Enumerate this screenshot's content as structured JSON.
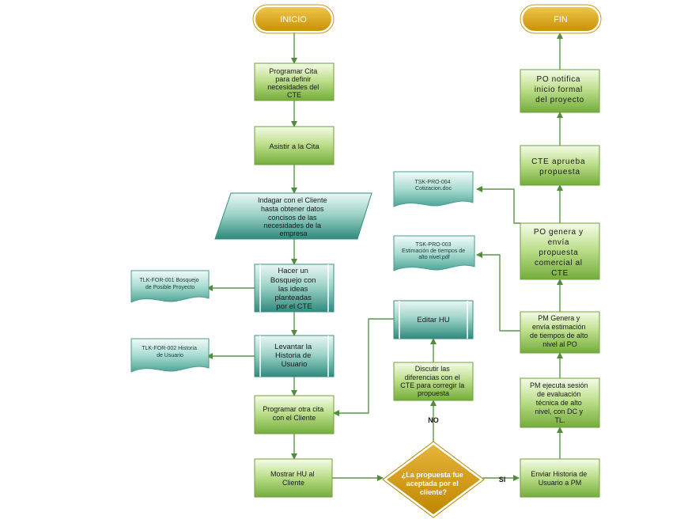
{
  "terminals": {
    "start": "INICIO",
    "end": "FIN"
  },
  "steps": {
    "programar_cita": [
      "Programar Cita",
      "para definir",
      "necesidades del",
      "CTE"
    ],
    "asistir_cita": [
      "Asistir a la Cita"
    ],
    "indagar": [
      "Indagar con el Cliente",
      "hasta obtener datos",
      "concisos de las",
      "necesidades de la",
      "empresa"
    ],
    "bosquejo": [
      "Hacer un",
      "Bosquejo con",
      "las ideas",
      "planteadas",
      "por el CTE"
    ],
    "levantar_hu": [
      "Levantar la",
      "Historia de",
      "Usuario"
    ],
    "programar_otra": [
      "Programar otra cita",
      "con el Cliente"
    ],
    "mostrar_hu": [
      "Mostrar HU al",
      "Cliente"
    ],
    "decision": [
      "¿La propuesta fue",
      "aceptada por el",
      "cliente?"
    ],
    "editar_hu": [
      "Editar HU"
    ],
    "discutir": [
      "Discutir las",
      "diferencias con el",
      "CTE para corregir la",
      "propuesta"
    ],
    "enviar_hu_pm": [
      "Enviar Historia de",
      "Usuario a PM"
    ],
    "pm_sesion": [
      "PM ejecuta sesión",
      "de evaluación",
      "técnica de alto",
      "nivel, con DC y",
      "TL."
    ],
    "pm_estimacion": [
      "PM Genera y",
      "envía estimación",
      "de tiempos de alto",
      "nivel al PO"
    ],
    "po_propuesta": [
      "PO genera y",
      "envía",
      "propuesta",
      "comercial al",
      "CTE"
    ],
    "cte_aprueba": [
      "CTE aprueba",
      "propuesta"
    ],
    "po_notifica": [
      "PO notifica",
      "inicio formal",
      "del proyecto"
    ]
  },
  "documents": {
    "tlk_001": [
      "TLK-FOR-001 Bosquejo",
      "de Posible Proyecto"
    ],
    "tlk_002": [
      "TLK-FOR-002 Historia",
      "de Usuario"
    ],
    "tsk_004": [
      "TSK-PRO-004",
      "Cotizacion.doc"
    ],
    "tsk_003": [
      "TSK-PRO-003",
      "Estimación de tiempos de",
      "alto nivel.pdf"
    ]
  },
  "labels": {
    "no": "NO",
    "si": "SI"
  },
  "colors": {
    "terminal_fill": "#d4a20a",
    "green_fill": "#8cc152",
    "teal_fill": "#3f9a8f",
    "doc_fill": "#5fb3a6",
    "diamond_fill": "#d49c08",
    "arrow": "#4f8f3a"
  }
}
